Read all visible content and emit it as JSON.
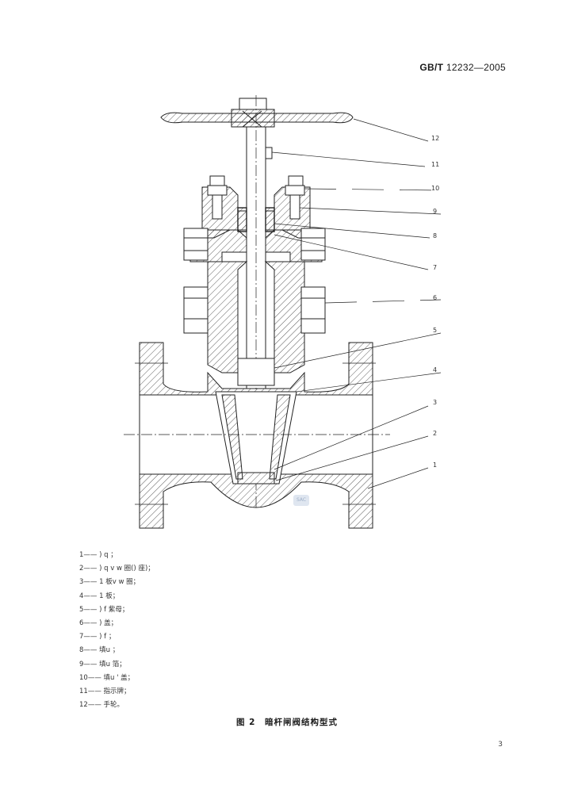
{
  "header": {
    "standard_prefix": "GB/T",
    "standard_number": "12232—2005"
  },
  "callouts": [
    "12",
    "11",
    "10",
    "9",
    "8",
    "7",
    "6",
    "5",
    "4",
    "3",
    "2",
    "1"
  ],
  "legend": [
    "1—— ) q ；",
    "2—— ) q v w 圈() 座)；",
    "3—— 1 板v w 圈；",
    "4—— 1 板；",
    "5—— ) f 紫母；",
    "6—— ) 盖；",
    "7—— ) f ；",
    "8—— 填u ；",
    "9—— 填u 箔；",
    "10—— 填u ' 盖；",
    "11—— 指示牌；",
    "12—— 手轮。"
  ],
  "caption": "图 2　暗杆闸阀结构型式",
  "page_number": "3"
}
